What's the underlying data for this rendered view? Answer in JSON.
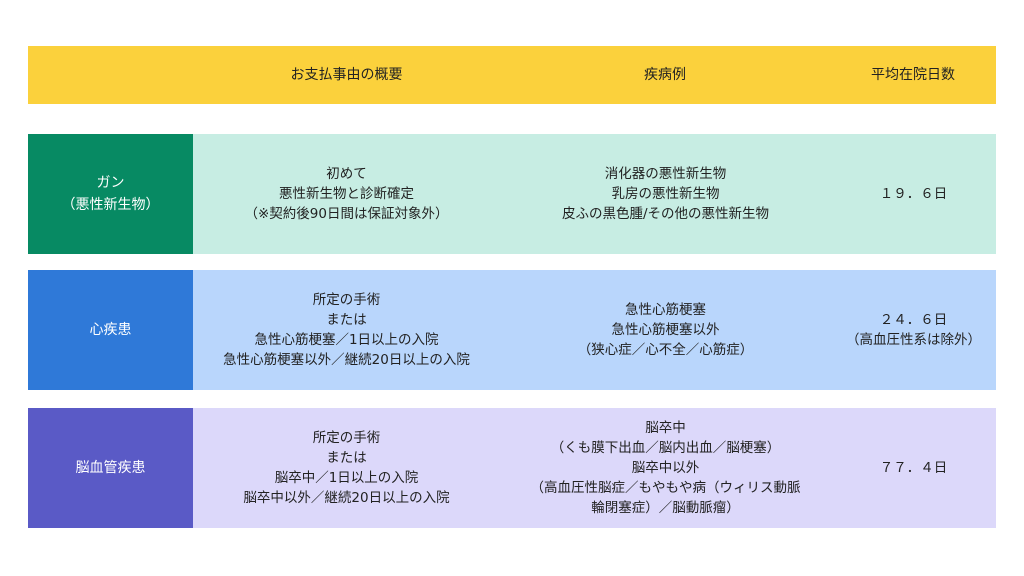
{
  "header": {
    "summary": "お支払事由の概要",
    "examples": "疾病例",
    "avg_stay": "平均在院日数"
  },
  "rows": [
    {
      "category": [
        "ガン",
        "（悪性新生物）"
      ],
      "summary": [
        "初めて",
        "悪性新生物と診断確定",
        "（※契約後90日間は保証対象外）"
      ],
      "examples": [
        "消化器の悪性新生物",
        "乳房の悪性新生物",
        "皮ふの黒色腫/その他の悪性新生物"
      ],
      "avg_stay": [
        "１９．６日"
      ]
    },
    {
      "category": [
        "心疾患"
      ],
      "summary": [
        "所定の手術",
        "または",
        "急性心筋梗塞／1日以上の入院",
        "急性心筋梗塞以外／継続20日以上の入院"
      ],
      "examples": [
        "急性心筋梗塞",
        "急性心筋梗塞以外",
        "（狭心症／心不全／心筋症）"
      ],
      "avg_stay": [
        "２４．６日",
        "（高血圧性系は除外）"
      ]
    },
    {
      "category": [
        "脳血管疾患"
      ],
      "summary": [
        "所定の手術",
        "または",
        "脳卒中／1日以上の入院",
        "脳卒中以外／継続20日以上の入院"
      ],
      "examples": [
        "脳卒中",
        "（くも膜下出血／脳内出血／脳梗塞）",
        "脳卒中以外",
        "（高血圧性脳症／もやもや病（ウィリス動脈",
        "輪閉塞症）／脳動脈瘤）"
      ],
      "avg_stay": [
        "７７．４日"
      ]
    }
  ]
}
